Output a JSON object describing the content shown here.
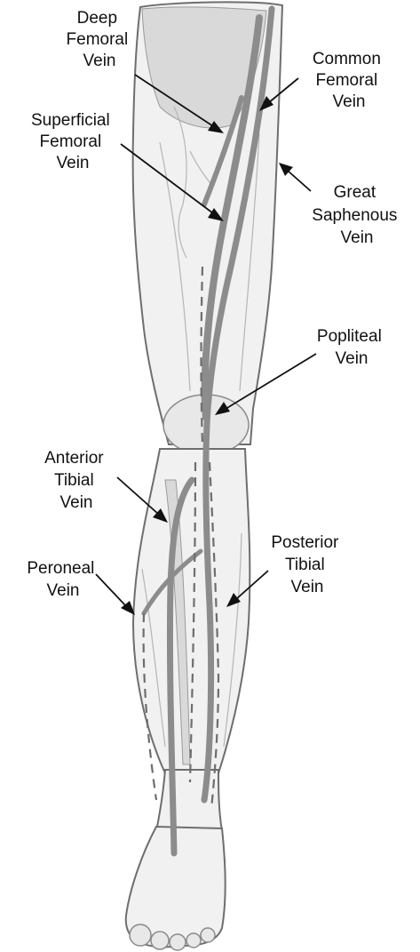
{
  "labels": {
    "deep_femoral": [
      "Deep",
      "Femoral",
      "Vein"
    ],
    "common_femoral": [
      "Common",
      "Femoral",
      "Vein"
    ],
    "superficial_femoral": [
      "Superficial",
      "Femoral",
      "Vein"
    ],
    "great_saphenous": [
      "Great",
      "Saphenous",
      "Vein"
    ],
    "popliteal": [
      "Popliteal",
      "Vein"
    ],
    "anterior_tibial": [
      "Anterior",
      "Tibial",
      "Vein"
    ],
    "peroneal": [
      "Peroneal",
      "Vein"
    ],
    "posterior_tibial": [
      "Posterior",
      "Tibial",
      "Vein"
    ]
  }
}
